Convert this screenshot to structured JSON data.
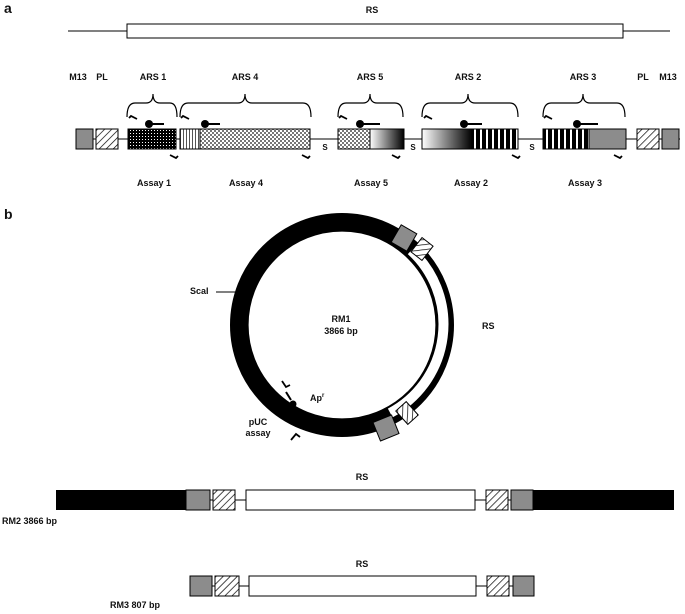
{
  "panel_a": {
    "letter": "a",
    "rs_label": "RS",
    "m13_left": "M13",
    "pl_left": "PL",
    "pl_right": "PL",
    "m13_right": "M13",
    "ars": [
      "ARS 1",
      "ARS 4",
      "ARS 5",
      "ARS 2",
      "ARS 3"
    ],
    "s_label": "S",
    "assays": [
      "Assay 1",
      "Assay 4",
      "Assay 5",
      "Assay 2",
      "Assay 3"
    ]
  },
  "panel_b": {
    "letter": "b",
    "plasmid_name": "RM1",
    "plasmid_size": "3866 bp",
    "scai": "ScaI",
    "rs_label": "RS",
    "apr": "Ap",
    "apr_sup": "r",
    "puc_line1": "pUC",
    "puc_line2": "assay",
    "rm2_rs": "RS",
    "rm2_label": "RM2 3866 bp",
    "rm3_rs": "RS",
    "rm3_label": "RM3 807 bp"
  },
  "colors": {
    "black": "#000000",
    "grey": "#8c8c8c",
    "white": "#ffffff"
  }
}
